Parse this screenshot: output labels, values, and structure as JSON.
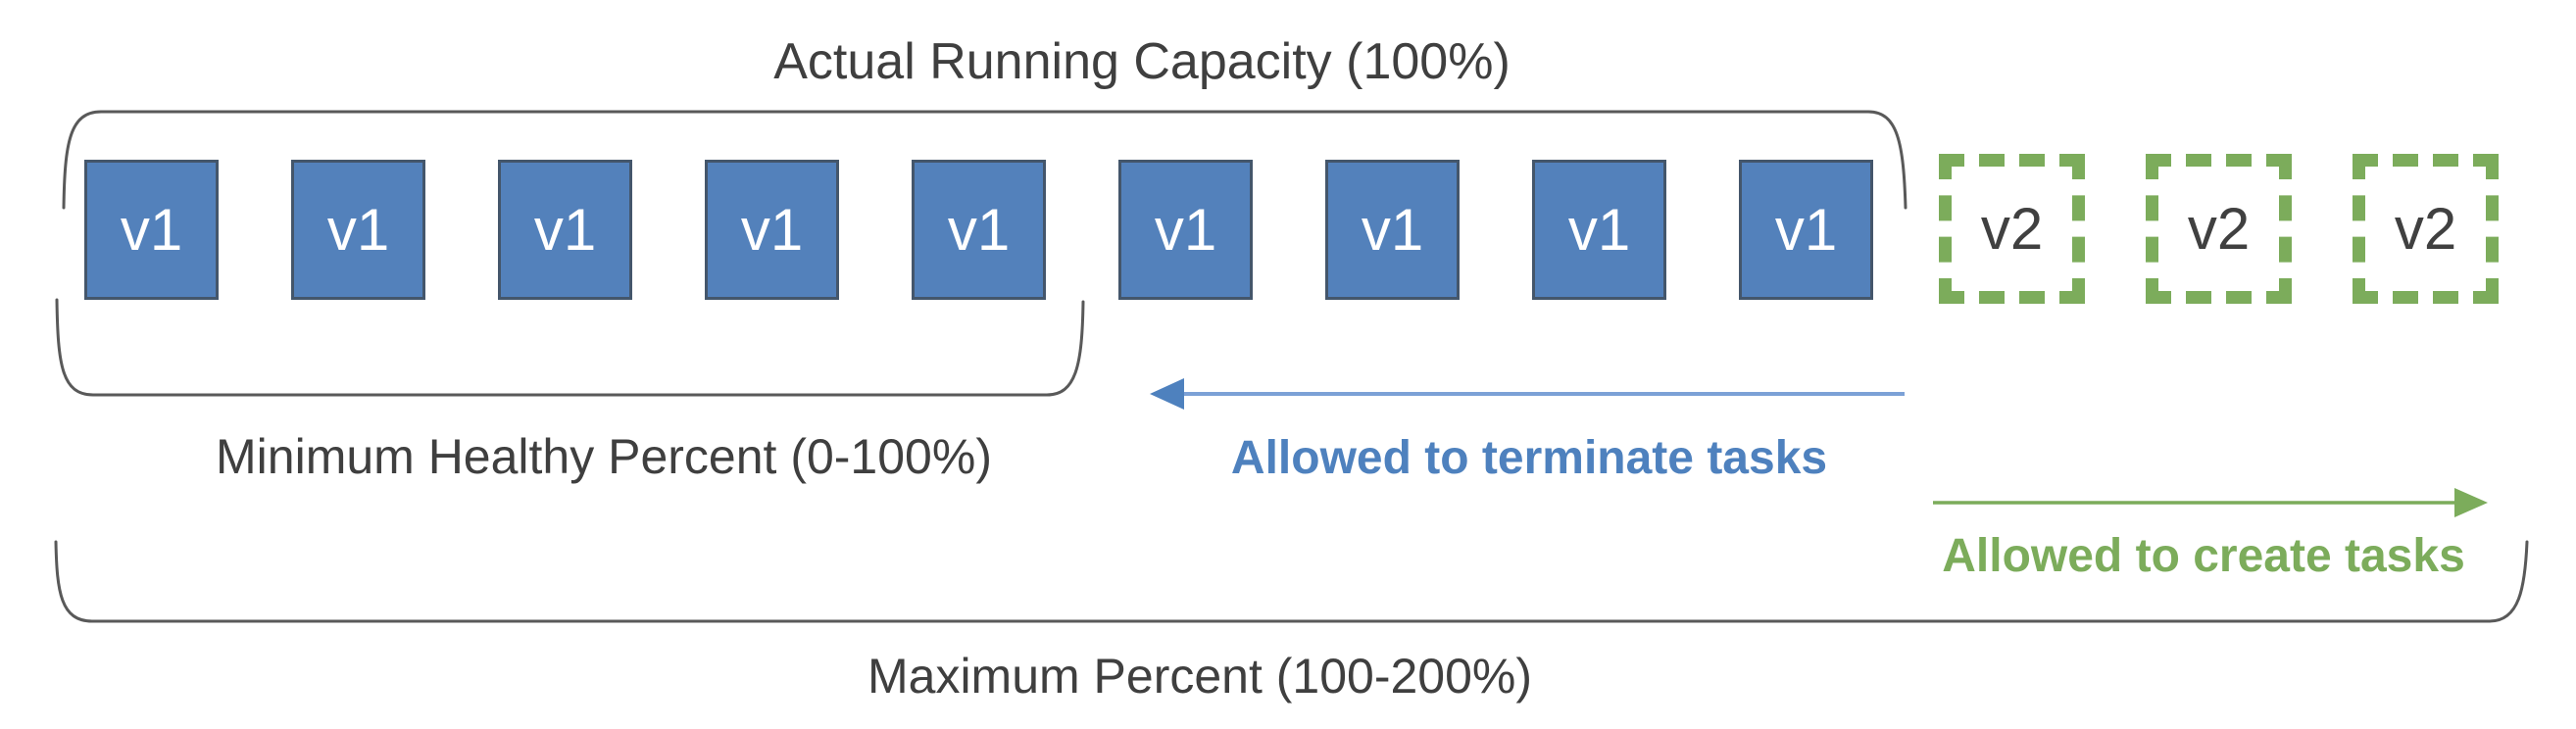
{
  "diagram": {
    "title": "Actual Running Capacity (100%)",
    "labels": {
      "min_healthy": "Minimum Healthy Percent (0-100%)",
      "terminate": "Allowed to terminate tasks",
      "create": "Allowed to create tasks",
      "max_percent": "Maximum Percent (100-200%)"
    },
    "tasks": {
      "v1": [
        "v1",
        "v1",
        "v1",
        "v1",
        "v1",
        "v1",
        "v1",
        "v1",
        "v1"
      ],
      "v2": [
        "v2",
        "v2",
        "v2"
      ]
    },
    "colors": {
      "task_v1_fill": "#5381BB",
      "task_v1_border": "#44566B",
      "task_v1_text": "#FFFFFF",
      "task_v2_border": "#7CAC5B",
      "task_v2_text": "#404040",
      "terminate_arrow": "#4E81BE",
      "terminate_line": "#7CA1D6",
      "create_arrow": "#7CAC5B",
      "bracket": "#595959",
      "label_text": "#3F3F3F"
    }
  }
}
